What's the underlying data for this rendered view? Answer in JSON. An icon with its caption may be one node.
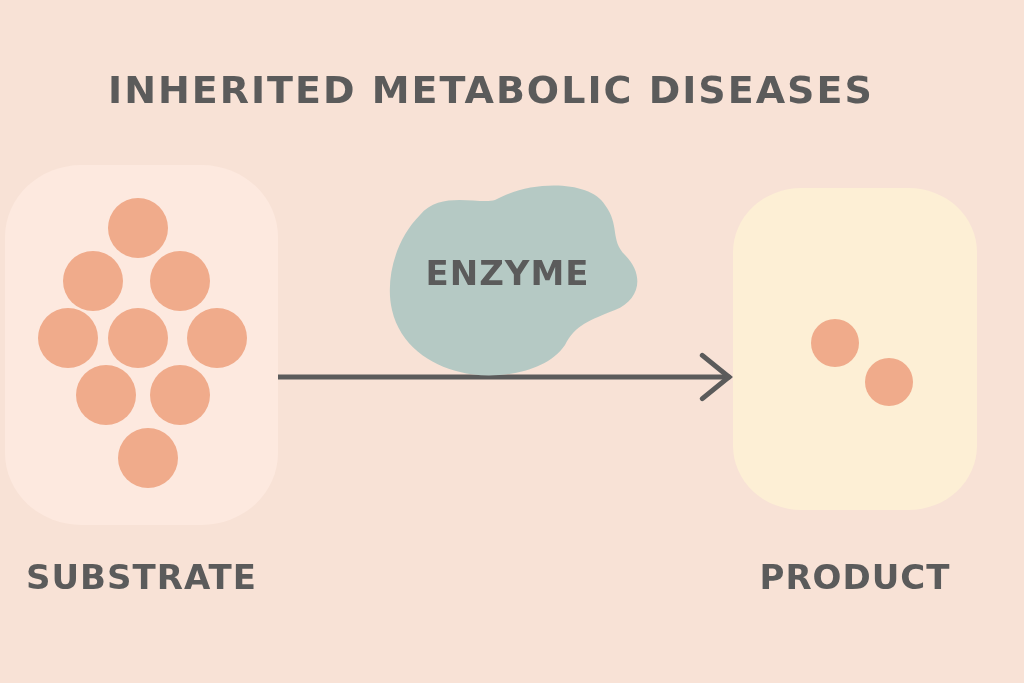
{
  "diagram": {
    "title": "INHERITED METABOLIC DISEASES",
    "nodes": [
      {
        "text": [
          "SUBSTRATE"
        ]
      },
      {
        "text": [
          "ENZYME"
        ]
      },
      {
        "text": [
          "PRODUCT"
        ]
      }
    ],
    "edges": [
      {
        "from": 0,
        "to": 2,
        "arrow": "to"
      }
    ]
  }
}
